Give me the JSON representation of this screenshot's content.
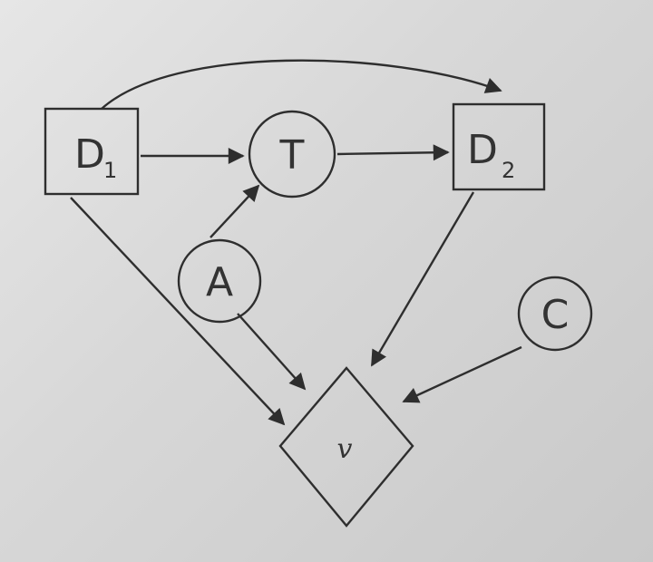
{
  "diagram": {
    "nodes": [
      {
        "id": "D1",
        "label": "D",
        "subscript": "1",
        "shape": "decision-square"
      },
      {
        "id": "T",
        "label": "T",
        "subscript": "",
        "shape": "chance-circle"
      },
      {
        "id": "D2",
        "label": "D",
        "subscript": "2",
        "shape": "decision-square"
      },
      {
        "id": "A",
        "label": "A",
        "subscript": "",
        "shape": "chance-circle"
      },
      {
        "id": "C",
        "label": "C",
        "subscript": "",
        "shape": "chance-circle"
      },
      {
        "id": "v",
        "label": "v",
        "subscript": "",
        "shape": "utility-diamond"
      }
    ],
    "edges": [
      {
        "from": "D1",
        "to": "D2"
      },
      {
        "from": "D1",
        "to": "T"
      },
      {
        "from": "T",
        "to": "D2"
      },
      {
        "from": "A",
        "to": "T"
      },
      {
        "from": "D1",
        "to": "v"
      },
      {
        "from": "A",
        "to": "v"
      },
      {
        "from": "D2",
        "to": "v"
      },
      {
        "from": "C",
        "to": "v"
      }
    ],
    "colors": {
      "stroke": "#2e2e2e",
      "text": "#333333",
      "background": "#d9d9d9"
    }
  }
}
